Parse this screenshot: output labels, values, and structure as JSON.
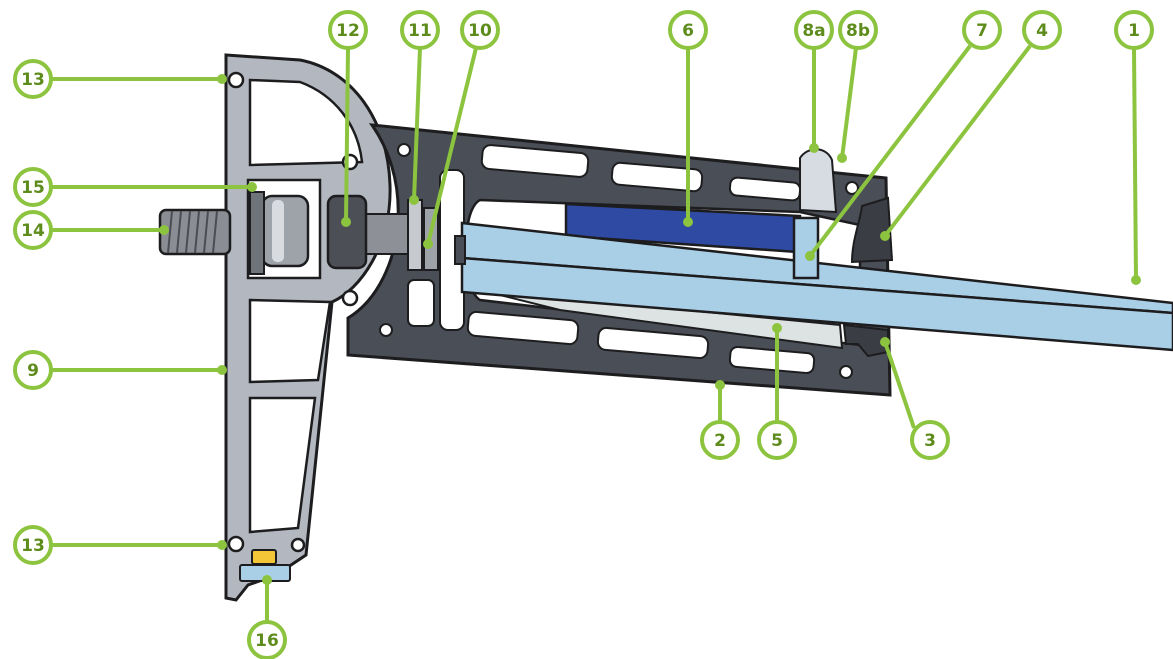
{
  "colors": {
    "callout": "#8cc43f",
    "callout_text": "#5e8c1c",
    "outline": "#1d1d1f",
    "aluminium": "#b3b8c0",
    "profile_gray": "#4a4e56",
    "glass": "#a9cfe6",
    "blue_block": "#2e4aa3",
    "pale": "#dde3e2",
    "yellow": "#f2c637"
  },
  "callouts": [
    {
      "id": "1",
      "label": "1"
    },
    {
      "id": "2",
      "label": "2"
    },
    {
      "id": "3",
      "label": "3"
    },
    {
      "id": "4",
      "label": "4"
    },
    {
      "id": "5",
      "label": "5"
    },
    {
      "id": "6",
      "label": "6"
    },
    {
      "id": "7",
      "label": "7"
    },
    {
      "id": "8a",
      "label": "8a"
    },
    {
      "id": "8b",
      "label": "8b"
    },
    {
      "id": "9",
      "label": "9"
    },
    {
      "id": "10",
      "label": "10"
    },
    {
      "id": "11",
      "label": "11"
    },
    {
      "id": "12",
      "label": "12"
    },
    {
      "id": "13a",
      "label": "13"
    },
    {
      "id": "13b",
      "label": "13"
    },
    {
      "id": "14",
      "label": "14"
    },
    {
      "id": "15",
      "label": "15"
    },
    {
      "id": "16",
      "label": "16"
    }
  ]
}
